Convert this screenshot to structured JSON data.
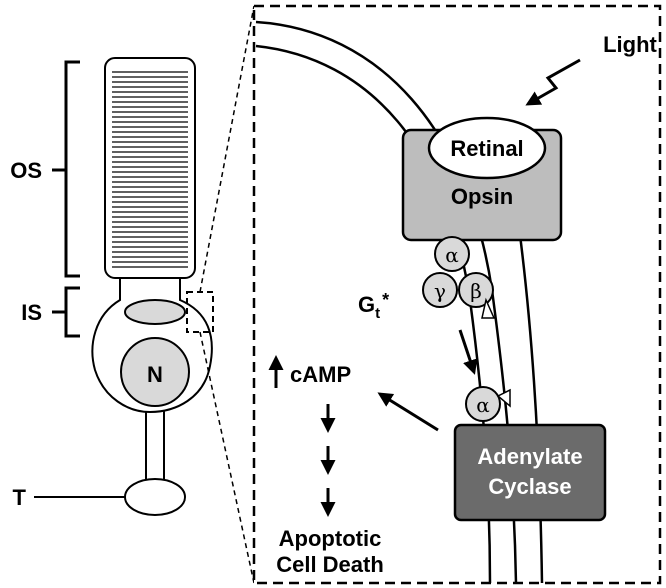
{
  "rod_cell": {
    "labels": {
      "outer_segment": "OS",
      "inner_segment": "IS",
      "nucleus": "N",
      "terminal": "T"
    }
  },
  "inset": {
    "light": "Light",
    "retinal": "Retinal",
    "opsin": "Opsin",
    "g_alpha": "α",
    "g_gamma": "γ",
    "g_beta": "β",
    "gt_base": "G",
    "gt_sub": "t",
    "gt_star": "*",
    "g_alpha_bound": "α",
    "adenylate_line1": "Adenylate",
    "adenylate_line2": "Cyclase",
    "camp": "cAMP",
    "outcome_line1": "Apoptotic",
    "outcome_line2": "Cell Death"
  },
  "colors": {
    "light_gray": "#d9d9d9",
    "medium_gray": "#bdbdbd",
    "dark_gray": "#6b6b6b",
    "outline": "#000000",
    "background": "#ffffff"
  }
}
